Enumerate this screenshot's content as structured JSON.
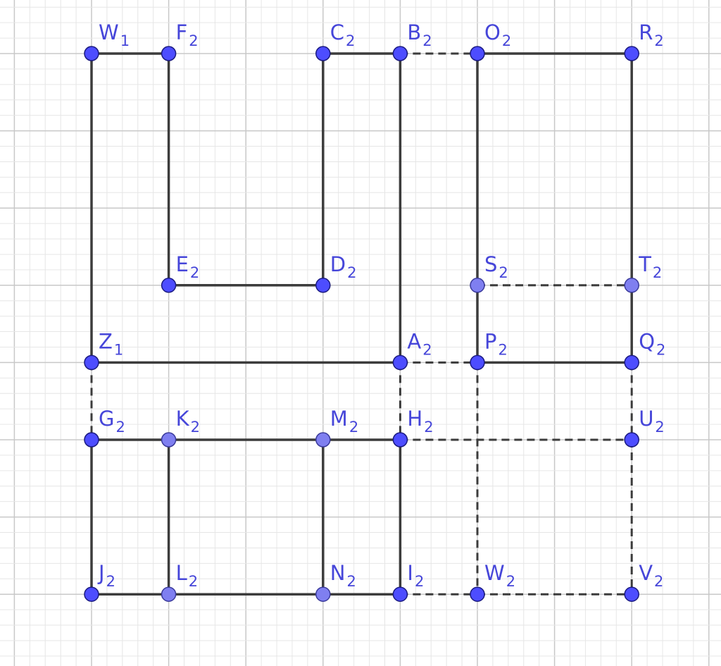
{
  "diagram": {
    "points": [
      {
        "id": "W1",
        "base": "W",
        "sub": "1",
        "x": 1,
        "y": 12,
        "style": "dark"
      },
      {
        "id": "F2",
        "base": "F",
        "sub": "2",
        "x": 2,
        "y": 12,
        "style": "dark"
      },
      {
        "id": "C2",
        "base": "C",
        "sub": "2",
        "x": 4,
        "y": 12,
        "style": "dark"
      },
      {
        "id": "B2",
        "base": "B",
        "sub": "2",
        "x": 5,
        "y": 12,
        "style": "dark"
      },
      {
        "id": "O2",
        "base": "O",
        "sub": "2",
        "x": 6,
        "y": 12,
        "style": "dark"
      },
      {
        "id": "R2",
        "base": "R",
        "sub": "2",
        "x": 8,
        "y": 12,
        "style": "dark"
      },
      {
        "id": "E2",
        "base": "E",
        "sub": "2",
        "x": 2,
        "y": 9,
        "style": "dark"
      },
      {
        "id": "D2",
        "base": "D",
        "sub": "2",
        "x": 4,
        "y": 9,
        "style": "dark"
      },
      {
        "id": "S2",
        "base": "S",
        "sub": "2",
        "x": 6,
        "y": 9,
        "style": "light"
      },
      {
        "id": "T2",
        "base": "T",
        "sub": "2",
        "x": 8,
        "y": 9,
        "style": "light"
      },
      {
        "id": "Z1",
        "base": "Z",
        "sub": "1",
        "x": 1,
        "y": 8,
        "style": "dark"
      },
      {
        "id": "A2",
        "base": "A",
        "sub": "2",
        "x": 5,
        "y": 8,
        "style": "dark"
      },
      {
        "id": "P2",
        "base": "P",
        "sub": "2",
        "x": 6,
        "y": 8,
        "style": "dark"
      },
      {
        "id": "Q2",
        "base": "Q",
        "sub": "2",
        "x": 8,
        "y": 8,
        "style": "dark"
      },
      {
        "id": "G2",
        "base": "G",
        "sub": "2",
        "x": 1,
        "y": 7,
        "style": "dark"
      },
      {
        "id": "K2",
        "base": "K",
        "sub": "2",
        "x": 2,
        "y": 7,
        "style": "light"
      },
      {
        "id": "M2",
        "base": "M",
        "sub": "2",
        "x": 4,
        "y": 7,
        "style": "light"
      },
      {
        "id": "H2",
        "base": "H",
        "sub": "2",
        "x": 5,
        "y": 7,
        "style": "dark"
      },
      {
        "id": "U2",
        "base": "U",
        "sub": "2",
        "x": 8,
        "y": 7,
        "style": "dark"
      },
      {
        "id": "J2",
        "base": "J",
        "sub": "2",
        "x": 1,
        "y": 5,
        "style": "dark"
      },
      {
        "id": "L2",
        "base": "L",
        "sub": "2",
        "x": 2,
        "y": 5,
        "style": "light"
      },
      {
        "id": "N2",
        "base": "N",
        "sub": "2",
        "x": 4,
        "y": 5,
        "style": "light"
      },
      {
        "id": "I2",
        "base": "I",
        "sub": "2",
        "x": 5,
        "y": 5,
        "style": "dark"
      },
      {
        "id": "W2",
        "base": "W",
        "sub": "2",
        "x": 6,
        "y": 5,
        "style": "dark"
      },
      {
        "id": "V2",
        "base": "V",
        "sub": "2",
        "x": 8,
        "y": 5,
        "style": "dark"
      }
    ],
    "segments": [
      {
        "from": "W1",
        "to": "F2",
        "style": "solid"
      },
      {
        "from": "F2",
        "to": "E2",
        "style": "solid"
      },
      {
        "from": "E2",
        "to": "D2",
        "style": "solid"
      },
      {
        "from": "D2",
        "to": "C2",
        "style": "solid"
      },
      {
        "from": "C2",
        "to": "B2",
        "style": "solid"
      },
      {
        "from": "B2",
        "to": "A2",
        "style": "solid"
      },
      {
        "from": "A2",
        "to": "Z1",
        "style": "solid"
      },
      {
        "from": "Z1",
        "to": "W1",
        "style": "solid"
      },
      {
        "from": "B2",
        "to": "O2",
        "style": "dashed"
      },
      {
        "from": "O2",
        "to": "R2",
        "style": "solid"
      },
      {
        "from": "R2",
        "to": "Q2",
        "style": "solid"
      },
      {
        "from": "Q2",
        "to": "P2",
        "style": "solid"
      },
      {
        "from": "P2",
        "to": "O2",
        "style": "solid"
      },
      {
        "from": "S2",
        "to": "T2",
        "style": "dashed"
      },
      {
        "from": "A2",
        "to": "P2",
        "style": "dashed"
      },
      {
        "from": "Z1",
        "to": "G2",
        "style": "dashed"
      },
      {
        "from": "G2",
        "to": "H2",
        "style": "solid"
      },
      {
        "from": "H2",
        "to": "I2",
        "style": "solid"
      },
      {
        "from": "I2",
        "to": "J2",
        "style": "solid"
      },
      {
        "from": "J2",
        "to": "G2",
        "style": "solid"
      },
      {
        "from": "K2",
        "to": "L2",
        "style": "solid"
      },
      {
        "from": "M2",
        "to": "N2",
        "style": "solid"
      },
      {
        "from": "A2",
        "to": "H2",
        "style": "dashed"
      },
      {
        "from": "H2",
        "to": "U2",
        "style": "dashed"
      },
      {
        "from": "Q2",
        "to": "U2",
        "style": "dashed"
      },
      {
        "from": "U2",
        "to": "V2",
        "style": "dashed"
      },
      {
        "from": "P2",
        "to": "W2",
        "style": "dashed"
      },
      {
        "from": "I2",
        "to": "W2",
        "style": "dashed"
      },
      {
        "from": "W2",
        "to": "V2",
        "style": "dashed"
      }
    ],
    "colors": {
      "point_fill": "#4d4dff",
      "point_fill_light": "#7f7ff0",
      "label": "#4646d9",
      "segment": "#3c3c3c",
      "grid_major": "#c8c8c8",
      "grid_minor": "#e6e6e6"
    }
  }
}
